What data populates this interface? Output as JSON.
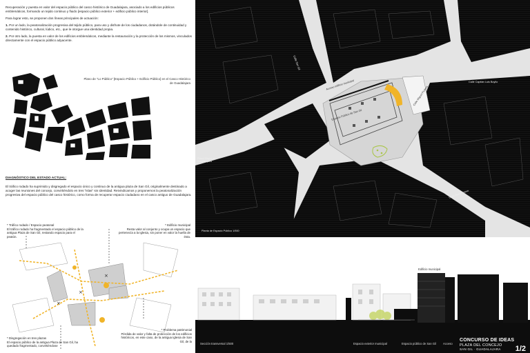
{
  "intro": {
    "p1": "Recuperación y puesta en valor del espacio público del casco histórico de Guadalajara, asociado a los edificios públicos emblemáticos, formando un tejido continuo y fluido [espacio público exterior + edificio público interior].",
    "p2": "Para lograr esto, se proponen dos líneas principales de actuación:",
    "p3_num": "1.",
    "p3": "Por un lado, la peatonalización progresiva del tejido público, para uso y disfrute de los ciudadanos, dotándole de continuidad y contenido histórico, cultural, lúdico, etc., que le otorgue una identidad propia.",
    "p4_num": "2.",
    "p4": "Por otro lado, la puesta en valor de los edificios emblemáticos, mediante la restauración y la protección de los mismos, vinculados directamente con el espacio público adyacente."
  },
  "plan_caption": "Plano de \"Lo Público\" [Espacio Público + Edificio Público] en el Casco Histórico de Guadalajara",
  "diagnosis": {
    "heading": "DIAGNÓSTICO DEL ESTADO ACTUAL:",
    "text": "El tráfico rodado ha suprimido y disgregado el espacio único y continuo de la antigua plaza de San Gil, originalmente destinado a acoger las reuniones del concejo, convirtiéndolo en tres \"islas\" sin identidad. Reivindicamos y proponemos la peatonalización progresiva del espacio público del casco histórico, como forma de recuperar espacio ciudadano en el casco antiguo de Guadalajara."
  },
  "annotations": {
    "a1": "* Tráfico rodado / Espacio peatonal\nEl tráfico rodado ha fragmentado el espacio público de la antigua Plaza de San Gil, restando espacio para el peatón.",
    "a2": "* Edificio municipal\nResta valor al conjunto y ocupa un espacio que pertenecía a la Iglesia, sin poner en valor la huella de ésta.",
    "a3": "* Disgregación en tres plazas\nEl espacio público de la antigua Plaza de San Gil, ha quedado fragmentado, convirtiéndose",
    "a4": "* Problema patrimonial\nPérdida de valor y falta de protección de los edificios históricos, en este caso, de la antigua Iglesia de San Gil, de la"
  },
  "map_labels": {
    "calle_san_gil": "Calle San Gil",
    "acceso": "Acceso edificio municipal",
    "capitan": "Calle Capitán Luis Boyllo",
    "miguel": "Calle Miguel Fluiters",
    "espacio_sangil": "Espacio Público de San Gil",
    "plaza_mayor": "Plaza Mayor de Guadalajara",
    "barrionuevo": "Calle Barrionuevo",
    "plano": "Planta de Espacio Público 1/500"
  },
  "section": {
    "edificio_municipal": "Edificio municipal",
    "label": "Sección transversal 1/500",
    "esp_municipal": "Espacio exterior municipal",
    "esp_sangil": "Espacio público de San Gil",
    "acceso": "Acceso"
  },
  "title_block": {
    "t1": "CONCURSO DE IDEAS",
    "t2": "PLAZA DEL CONCEJO",
    "t3": "SAN GIL · GUADALAJARA",
    "page": "1/2"
  }
}
